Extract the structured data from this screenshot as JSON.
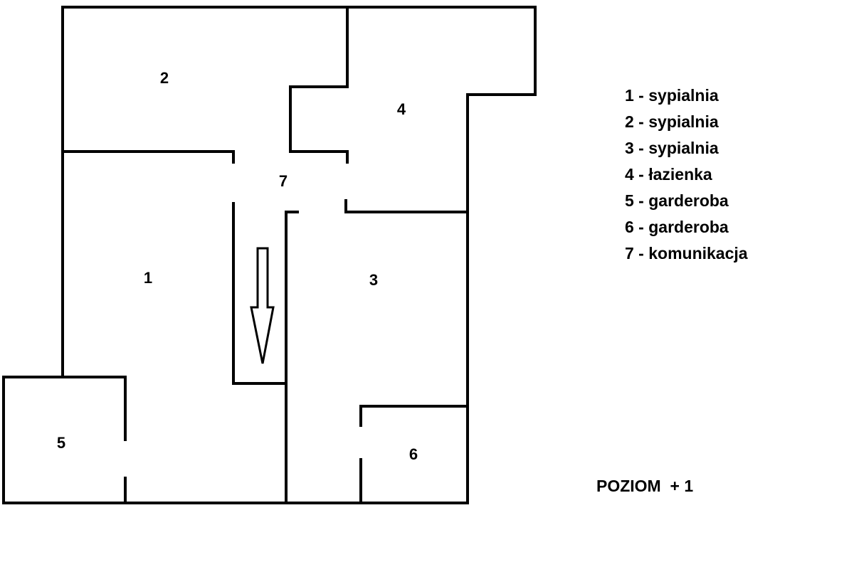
{
  "rooms": [
    {
      "id": "1",
      "label": "1"
    },
    {
      "id": "2",
      "label": "2"
    },
    {
      "id": "3",
      "label": "3"
    },
    {
      "id": "4",
      "label": "4"
    },
    {
      "id": "5",
      "label": "5"
    },
    {
      "id": "6",
      "label": "6"
    },
    {
      "id": "7",
      "label": "7"
    }
  ],
  "legend": [
    "1 - sypialnia",
    "2 - sypialnia",
    "3 - sypialnia",
    "4 - łazienka",
    "5 - garderoba",
    "6 - garderoba",
    "7 - komunikacja"
  ],
  "level_label": "POZIOM  + 1",
  "colors": {
    "line": "#000000",
    "background": "#ffffff"
  }
}
